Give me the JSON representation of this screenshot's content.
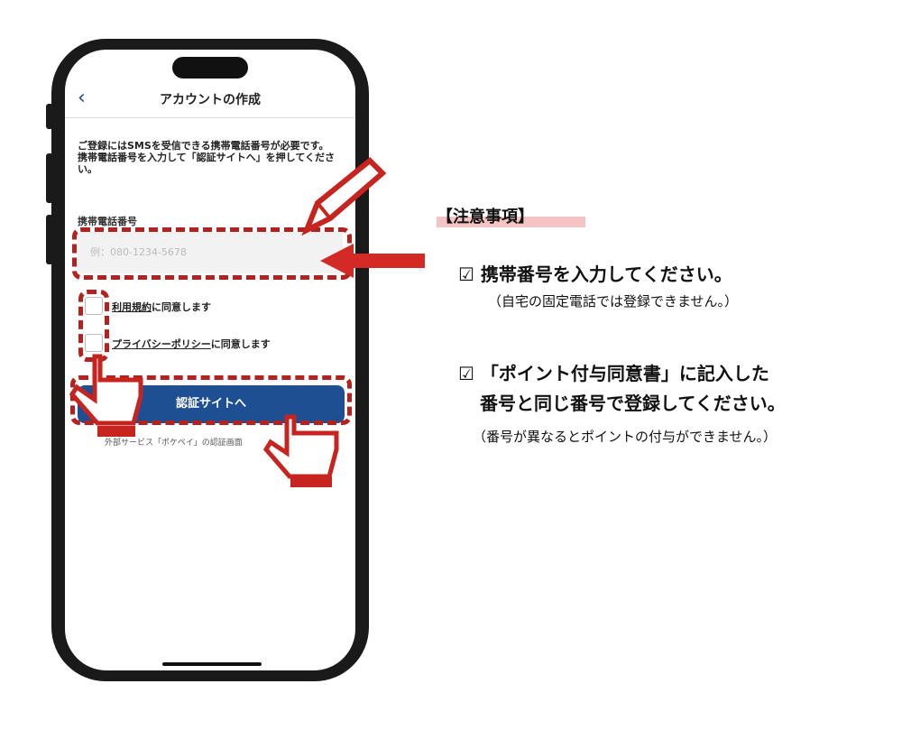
{
  "app": {
    "nav_title": "アカウントの作成",
    "description": [
      "ご登録にはSMSを受信できる携帯電話番号が必要です。",
      "携帯電話番号を入力して「認証サイトへ」を押してください。"
    ],
    "phone_label": "携帯電話番号",
    "phone_placeholder": "例：080-1234-5678",
    "phone_value": "",
    "terms_link": "利用規約",
    "terms_suffix": "に同意します",
    "privacy_link": "プライバシーポリシー",
    "privacy_suffix": "に同意します",
    "submit_label": "認証サイトへ",
    "footer_note": "外部サービス「ポケペイ」の認証画面"
  },
  "notes": {
    "heading": "【注意事項】",
    "items": [
      {
        "check": "☑",
        "lines": [
          "携帯番号を入力してください。"
        ],
        "sub": "（自宅の固定電話では登録できません。）"
      },
      {
        "check": "☑",
        "lines": [
          "「ポイント付与同意書」に記入した",
          "番号と同じ番号で登録してください。"
        ],
        "sub": "（番号が異なるとポイントの付与ができません。）"
      }
    ]
  },
  "colors": {
    "accent_red": "#b3221f",
    "button_blue": "#1f4f93"
  }
}
